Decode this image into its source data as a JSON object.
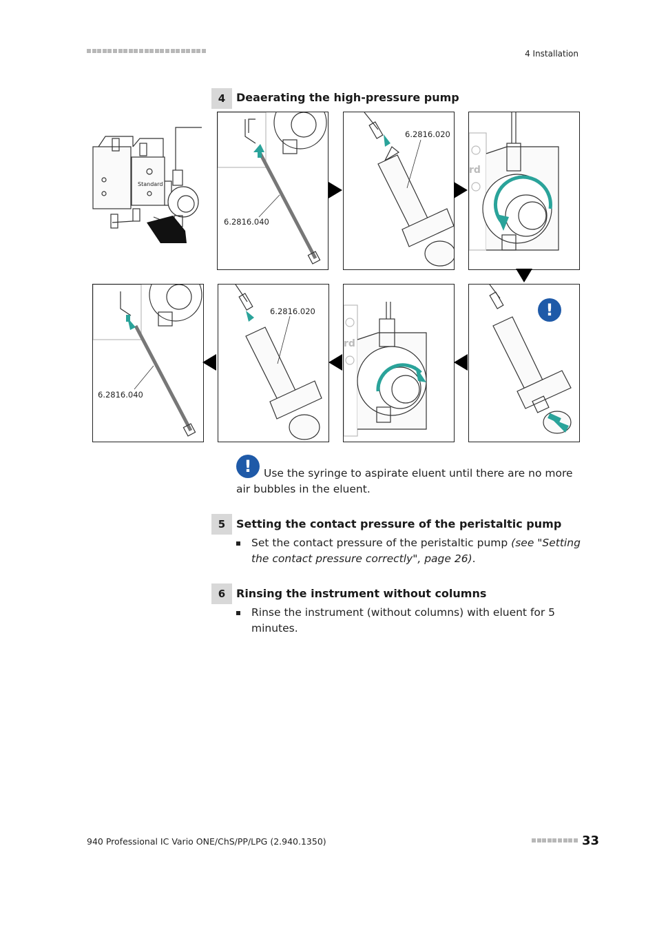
{
  "header": {
    "section": "4 Installation"
  },
  "steps": [
    {
      "num": "4",
      "title": "Deaerating the high-pressure pump"
    },
    {
      "num": "5",
      "title": "Setting the contact pressure of the peristaltic pump"
    },
    {
      "num": "6",
      "title": "Rinsing the instrument without columns"
    }
  ],
  "figure": {
    "device_text": "Standard",
    "rd_text": "rd",
    "labels": {
      "rod_top": "6.2816.040",
      "syringe_top": "6.2816.020",
      "syringe_bottom": "6.2816.020",
      "rod_bottom": "6.2816.040"
    }
  },
  "warning": {
    "icon": "exclamation-info-icon",
    "glyph": "!",
    "text": "Use the syringe to aspirate eluent until there are no more air bubbles in the eluent."
  },
  "step5_bullet": {
    "text": "Set the contact pressure of the peristaltic pump ",
    "ref": "(see \"Setting the contact pressure correctly\", page 26)",
    "end": "."
  },
  "step6_bullet": {
    "text": "Rinse the instrument (without columns) with eluent for 5 minutes."
  },
  "footer": {
    "product": "940 Professional IC Vario ONE/ChS/PP/LPG (2.940.1350)",
    "page": "33"
  },
  "colors": {
    "teal": "#2aa39a",
    "info_blue": "#1f5aa8",
    "step_bg": "#d8d8d8"
  }
}
